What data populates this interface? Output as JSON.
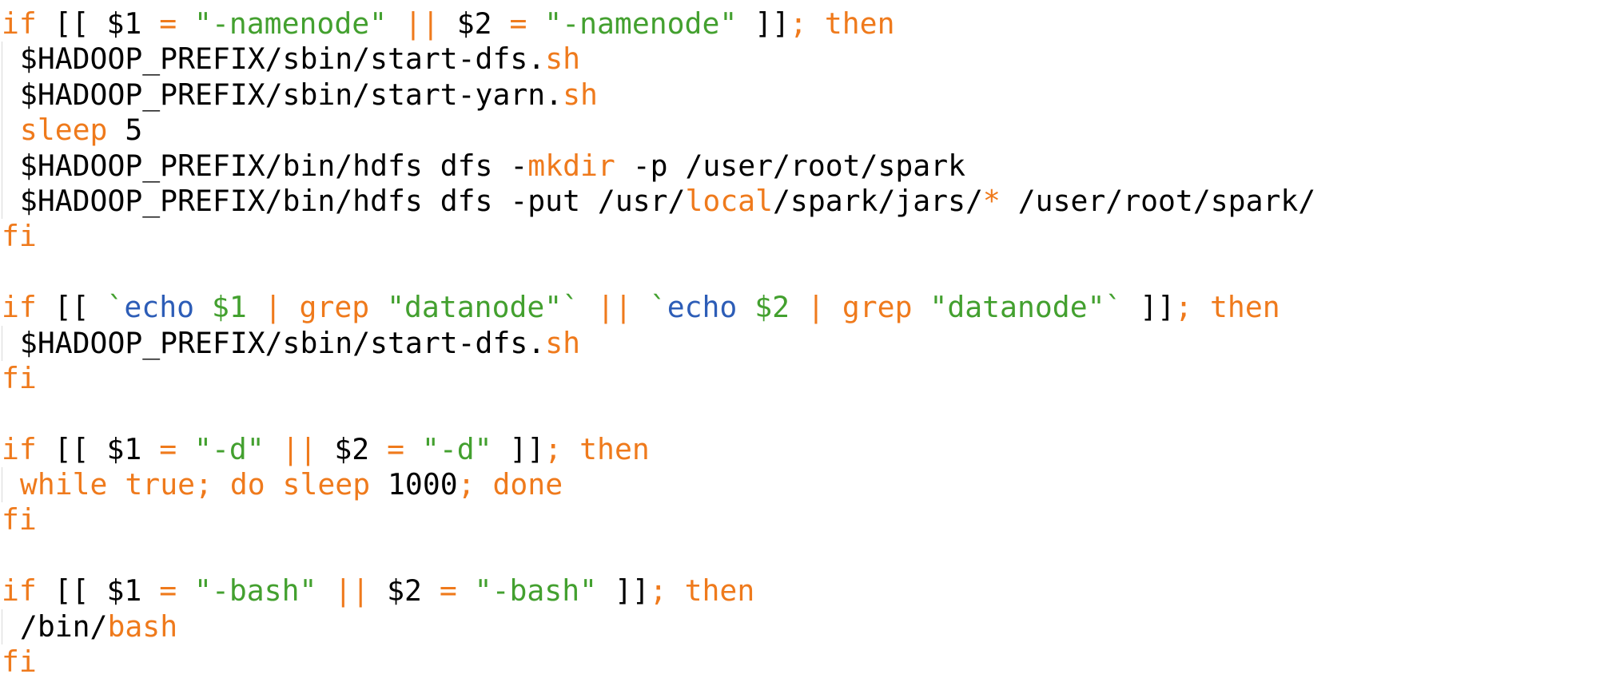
{
  "colors": {
    "keyword": "#ef7a1c",
    "string": "#43a02f",
    "variable": "#43a02f",
    "builtin_command": "#2d5db7",
    "plain": "#000000",
    "background": "#ffffff"
  },
  "code_lines": [
    {
      "indent": false,
      "tokens": [
        {
          "t": "kw",
          "v": "if"
        },
        {
          "t": "plain",
          "v": " [[ $1 "
        },
        {
          "t": "kw",
          "v": "="
        },
        {
          "t": "plain",
          "v": " "
        },
        {
          "t": "str",
          "v": "\"-namenode\""
        },
        {
          "t": "plain",
          "v": " "
        },
        {
          "t": "kw",
          "v": "||"
        },
        {
          "t": "plain",
          "v": " $2 "
        },
        {
          "t": "kw",
          "v": "="
        },
        {
          "t": "plain",
          "v": " "
        },
        {
          "t": "str",
          "v": "\"-namenode\""
        },
        {
          "t": "plain",
          "v": " ]]"
        },
        {
          "t": "kw",
          "v": ";"
        },
        {
          "t": "plain",
          "v": " "
        },
        {
          "t": "kw",
          "v": "then"
        }
      ]
    },
    {
      "indent": true,
      "tokens": [
        {
          "t": "plain",
          "v": " $HADOOP_PREFIX/sbin/start-dfs."
        },
        {
          "t": "kw",
          "v": "sh"
        }
      ]
    },
    {
      "indent": true,
      "tokens": [
        {
          "t": "plain",
          "v": " $HADOOP_PREFIX/sbin/start-yarn."
        },
        {
          "t": "kw",
          "v": "sh"
        }
      ]
    },
    {
      "indent": true,
      "tokens": [
        {
          "t": "plain",
          "v": " "
        },
        {
          "t": "kw",
          "v": "sleep"
        },
        {
          "t": "plain",
          "v": " 5"
        }
      ]
    },
    {
      "indent": true,
      "tokens": [
        {
          "t": "plain",
          "v": " $HADOOP_PREFIX/bin/hdfs dfs -"
        },
        {
          "t": "kw",
          "v": "mkdir"
        },
        {
          "t": "plain",
          "v": " -p /user/root/spark"
        }
      ]
    },
    {
      "indent": true,
      "tokens": [
        {
          "t": "plain",
          "v": " $HADOOP_PREFIX/bin/hdfs dfs -put /usr/"
        },
        {
          "t": "kw",
          "v": "local"
        },
        {
          "t": "plain",
          "v": "/spark/jars/"
        },
        {
          "t": "kw",
          "v": "*"
        },
        {
          "t": "plain",
          "v": " /user/root/spark/"
        }
      ]
    },
    {
      "indent": false,
      "tokens": [
        {
          "t": "kw",
          "v": "fi"
        }
      ]
    },
    {
      "indent": false,
      "tokens": []
    },
    {
      "indent": false,
      "tokens": [
        {
          "t": "kw",
          "v": "if"
        },
        {
          "t": "plain",
          "v": " [[ "
        },
        {
          "t": "str",
          "v": "`"
        },
        {
          "t": "cmd",
          "v": "echo"
        },
        {
          "t": "plain",
          "v": " "
        },
        {
          "t": "var",
          "v": "$1"
        },
        {
          "t": "plain",
          "v": " "
        },
        {
          "t": "kw",
          "v": "|"
        },
        {
          "t": "plain",
          "v": " "
        },
        {
          "t": "kw",
          "v": "grep"
        },
        {
          "t": "plain",
          "v": " "
        },
        {
          "t": "str",
          "v": "\"datanode\"`"
        },
        {
          "t": "plain",
          "v": " "
        },
        {
          "t": "kw",
          "v": "||"
        },
        {
          "t": "plain",
          "v": " "
        },
        {
          "t": "str",
          "v": "`"
        },
        {
          "t": "cmd",
          "v": "echo"
        },
        {
          "t": "plain",
          "v": " "
        },
        {
          "t": "var",
          "v": "$2"
        },
        {
          "t": "plain",
          "v": " "
        },
        {
          "t": "kw",
          "v": "|"
        },
        {
          "t": "plain",
          "v": " "
        },
        {
          "t": "kw",
          "v": "grep"
        },
        {
          "t": "plain",
          "v": " "
        },
        {
          "t": "str",
          "v": "\"datanode\"`"
        },
        {
          "t": "plain",
          "v": " ]]"
        },
        {
          "t": "kw",
          "v": ";"
        },
        {
          "t": "plain",
          "v": " "
        },
        {
          "t": "kw",
          "v": "then"
        }
      ]
    },
    {
      "indent": true,
      "tokens": [
        {
          "t": "plain",
          "v": " $HADOOP_PREFIX/sbin/start-dfs."
        },
        {
          "t": "kw",
          "v": "sh"
        }
      ]
    },
    {
      "indent": false,
      "tokens": [
        {
          "t": "kw",
          "v": "fi"
        }
      ]
    },
    {
      "indent": false,
      "tokens": []
    },
    {
      "indent": false,
      "tokens": [
        {
          "t": "kw",
          "v": "if"
        },
        {
          "t": "plain",
          "v": " [[ $1 "
        },
        {
          "t": "kw",
          "v": "="
        },
        {
          "t": "plain",
          "v": " "
        },
        {
          "t": "str",
          "v": "\"-d\""
        },
        {
          "t": "plain",
          "v": " "
        },
        {
          "t": "kw",
          "v": "||"
        },
        {
          "t": "plain",
          "v": " $2 "
        },
        {
          "t": "kw",
          "v": "="
        },
        {
          "t": "plain",
          "v": " "
        },
        {
          "t": "str",
          "v": "\"-d\""
        },
        {
          "t": "plain",
          "v": " ]]"
        },
        {
          "t": "kw",
          "v": ";"
        },
        {
          "t": "plain",
          "v": " "
        },
        {
          "t": "kw",
          "v": "then"
        }
      ]
    },
    {
      "indent": true,
      "tokens": [
        {
          "t": "plain",
          "v": " "
        },
        {
          "t": "kw",
          "v": "while true; do sleep"
        },
        {
          "t": "plain",
          "v": " 1000"
        },
        {
          "t": "kw",
          "v": "; done"
        }
      ]
    },
    {
      "indent": false,
      "tokens": [
        {
          "t": "kw",
          "v": "fi"
        }
      ]
    },
    {
      "indent": false,
      "tokens": []
    },
    {
      "indent": false,
      "tokens": [
        {
          "t": "kw",
          "v": "if"
        },
        {
          "t": "plain",
          "v": " [[ $1 "
        },
        {
          "t": "kw",
          "v": "="
        },
        {
          "t": "plain",
          "v": " "
        },
        {
          "t": "str",
          "v": "\"-bash\""
        },
        {
          "t": "plain",
          "v": " "
        },
        {
          "t": "kw",
          "v": "||"
        },
        {
          "t": "plain",
          "v": " $2 "
        },
        {
          "t": "kw",
          "v": "="
        },
        {
          "t": "plain",
          "v": " "
        },
        {
          "t": "str",
          "v": "\"-bash\""
        },
        {
          "t": "plain",
          "v": " ]]"
        },
        {
          "t": "kw",
          "v": ";"
        },
        {
          "t": "plain",
          "v": " "
        },
        {
          "t": "kw",
          "v": "then"
        }
      ]
    },
    {
      "indent": true,
      "tokens": [
        {
          "t": "plain",
          "v": " /bin/"
        },
        {
          "t": "kw",
          "v": "bash"
        }
      ]
    },
    {
      "indent": false,
      "tokens": [
        {
          "t": "kw",
          "v": "fi"
        }
      ]
    }
  ]
}
